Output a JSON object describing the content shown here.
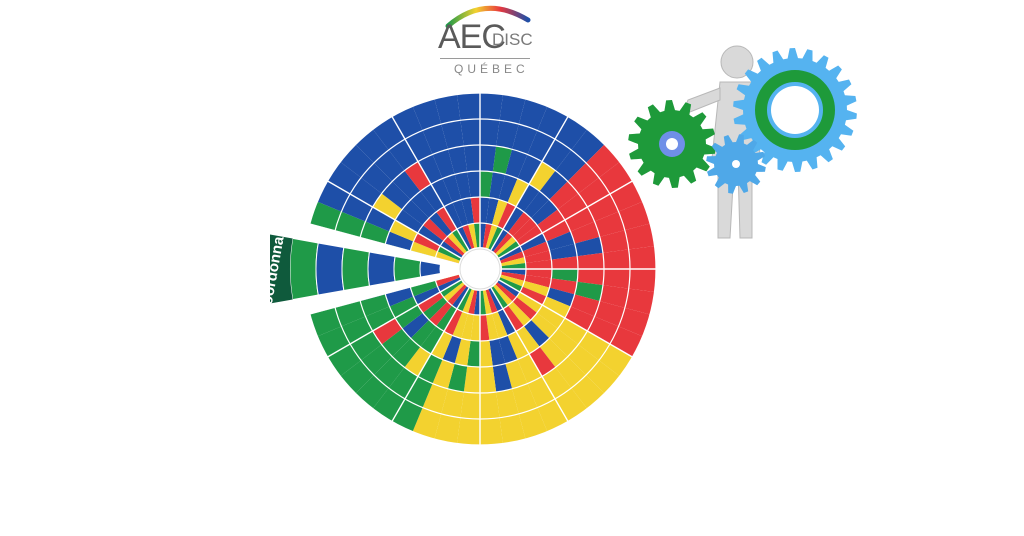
{
  "logo": {
    "main": "AEC",
    "sub": "DISC",
    "region": "QUÉBEC"
  },
  "wheel": {
    "highlighted_segment_label": "Coordonnant",
    "quadrant_colors": {
      "top_left": "#1e4fa8",
      "top_right": "#e8383d",
      "bottom_right": "#f3d22f",
      "bottom_left": "#1f9a48"
    },
    "highlight_color": "#0f5a3c"
  },
  "illustration": {
    "gear_colors": [
      "#1e9a3a",
      "#4fa8e8",
      "#55b3f0"
    ]
  }
}
